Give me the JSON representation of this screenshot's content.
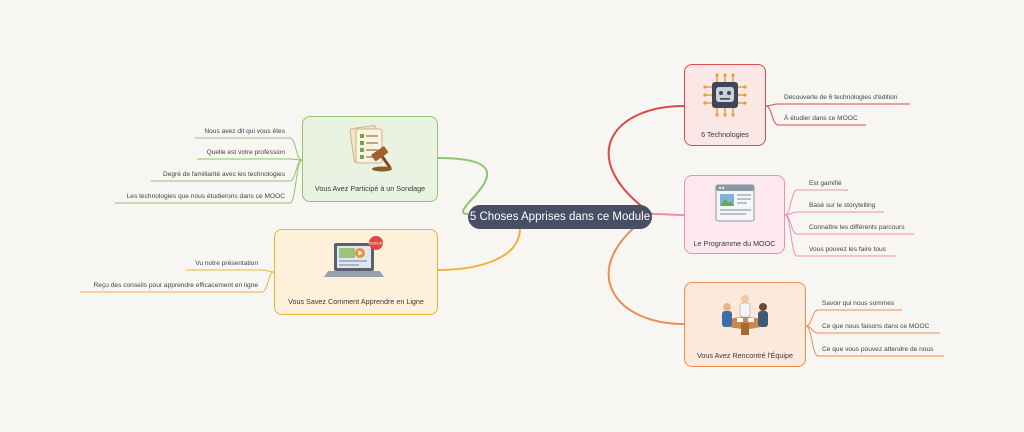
{
  "center": {
    "label": "5 Choses Apprises dans ce Module",
    "color": "#484e63"
  },
  "branches": {
    "survey": {
      "label": "Vous Avez Participé à un Sondage",
      "icon": "survey-gavel-icon",
      "color": "#8fc46a",
      "items": [
        "Nous avez dit qui vous êtes",
        "Quelle est votre profession",
        "Degré de familiarité avec les technologies",
        "Les technologies que nous étudierons dans ce MOOC"
      ]
    },
    "learn": {
      "label": "Vous Savez Comment Apprendre en Ligne",
      "icon": "laptop-video-icon",
      "badge": "DISPLAY",
      "color": "#f2b13a",
      "items": [
        "Vu notre présentation",
        "Reçu des conseils pour apprendre efficacement en ligne"
      ]
    },
    "tech": {
      "label": "6 Technologies",
      "icon": "robot-chip-icon",
      "color": "#dc4a47",
      "items": [
        "Découverte de 6 technologies d'édition",
        "À étudier dans ce MOOC"
      ]
    },
    "prog": {
      "label": "Le Programme du MOOC",
      "icon": "web-page-icon",
      "color": "#ee8fb0",
      "items": [
        "Est gamifié",
        "Basé sur le storytelling",
        "Connaître les différents parcours",
        "Vous pouvez les faire tous"
      ]
    },
    "team": {
      "label": "Vous Avez Rencontré l'Équipe",
      "icon": "team-meeting-icon",
      "color": "#ef8d4e",
      "items": [
        "Savoir qui nous sommes",
        "Ce que nous faisons dans ce MOOC",
        "Ce que vous pouvez attendre de nous"
      ]
    }
  }
}
